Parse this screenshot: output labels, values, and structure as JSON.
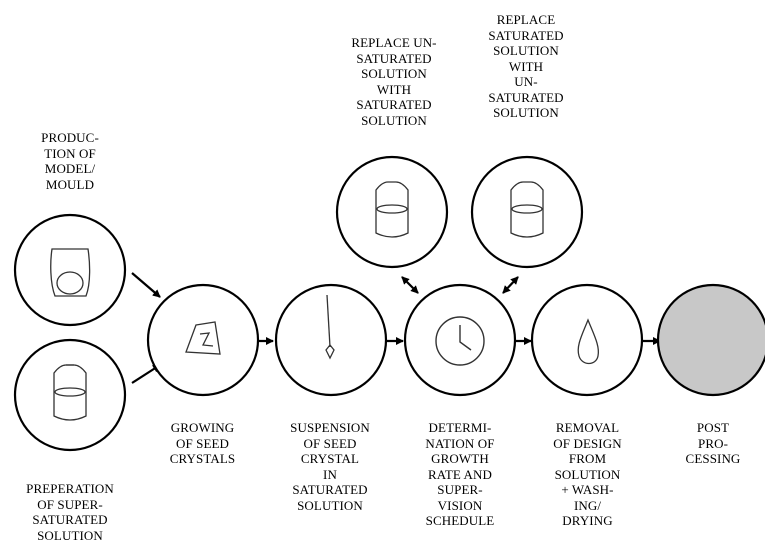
{
  "colors": {
    "stroke": "#000000",
    "final_fill": "#c8c8c8",
    "background": "#ffffff"
  },
  "steps": [
    {
      "id": "mould",
      "icon": "mould-icon",
      "label": "PRODUC-\nTION OF\nMODEL/\nMOULD"
    },
    {
      "id": "supersat",
      "icon": "jar-icon",
      "label": "PREPERATION\nOF SUPER-\nSATURATED\nSOLUTION"
    },
    {
      "id": "growing",
      "icon": "seed-crystal-icon",
      "label": "GROWING\nOF SEED\nCRYSTALS"
    },
    {
      "id": "suspension",
      "icon": "suspended-crystal-icon",
      "label": "SUSPENSION\nOF SEED\nCRYSTAL\nIN\nSATURATED\nSOLUTION"
    },
    {
      "id": "determination",
      "icon": "clock-icon",
      "label": "DETERMI-\nNATION OF\nGROWTH\nRATE AND\nSUPER-\nVISION\nSCHEDULE"
    },
    {
      "id": "replace-unsat",
      "icon": "jar-icon",
      "label": "REPLACE UN-\nSATURATED\nSOLUTION\nWITH\nSATURATED\nSOLUTION"
    },
    {
      "id": "replace-sat",
      "icon": "jar-icon",
      "label": "REPLACE\nSATURATED\nSOLUTION\nWITH\nUN-\nSATURATED\nSOLUTION"
    },
    {
      "id": "removal",
      "icon": "drop-icon",
      "label": "REMOVAL\nOF DESIGN\nFROM\nSOLUTION\n+ WASH-\nING/\nDRYING"
    },
    {
      "id": "post",
      "icon": "",
      "label": "POST\nPRO-\nCESSING"
    }
  ]
}
